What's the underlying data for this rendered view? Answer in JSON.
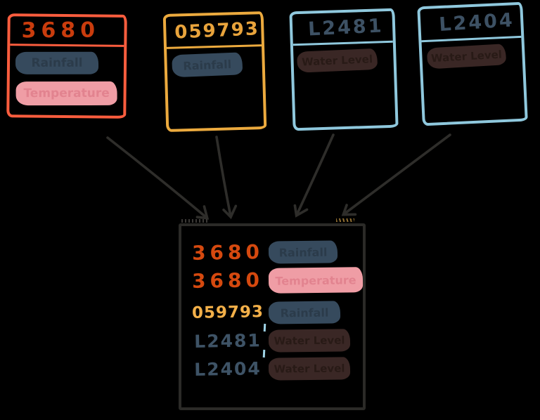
{
  "canvas": {
    "background": "#000000",
    "ink": "#2e2d2a",
    "tick_color": "#9fd3e6"
  },
  "palette": {
    "tomato": "#fb5d3e",
    "amber": "#ecaa3e",
    "light_blue": "#8fc8dd",
    "slate_pill": "#364a5d",
    "pink_pill": "#ef9da5",
    "brown_pill": "#3a2725"
  },
  "sources": [
    {
      "id": "3680",
      "card_color": "#fb5d3e",
      "id_color": "#c93c0d",
      "fields": [
        {
          "label": "Rainfall",
          "bg": "#364a5d",
          "fg": "#2b3b4a"
        },
        {
          "label": "Temperature",
          "bg": "#ef9da5",
          "fg": "#e2838f"
        }
      ]
    },
    {
      "id": "059793",
      "card_color": "#ecaa3e",
      "id_color": "#e9a43c",
      "fields": [
        {
          "label": "Rainfall",
          "bg": "#364a5d",
          "fg": "#2b3b4a"
        }
      ]
    },
    {
      "id": "L2481",
      "card_color": "#8fc8dd",
      "id_color": "#3d5164",
      "fields": [
        {
          "label": "Water Level",
          "bg": "#3a2725",
          "fg": "#281a16"
        }
      ]
    },
    {
      "id": "L2404",
      "card_color": "#8fc8dd",
      "id_color": "#3d5164",
      "fields": [
        {
          "label": "Water Level",
          "bg": "#3a2725",
          "fg": "#281a16"
        }
      ]
    }
  ],
  "merged": {
    "rows": [
      {
        "id": "3680",
        "id_color": "#d5490f",
        "label": "Rainfall",
        "bg": "#364a5d",
        "fg": "#2b3b4a"
      },
      {
        "id": "3680",
        "id_color": "#d5490f",
        "label": "Temperature",
        "bg": "#ef9da5",
        "fg": "#e2838f"
      },
      {
        "id": "059793",
        "id_color": "#f3b049",
        "label": "Rainfall",
        "bg": "#364a5d",
        "fg": "#2b3b4a"
      },
      {
        "id": "L2481",
        "id_color": "#3e5366",
        "label": "Water Level",
        "bg": "#3a2725",
        "fg": "#281a16"
      },
      {
        "id": "L2404",
        "id_color": "#3e5366",
        "label": "Water Level",
        "bg": "#3a2725",
        "fg": "#281a16"
      }
    ]
  }
}
